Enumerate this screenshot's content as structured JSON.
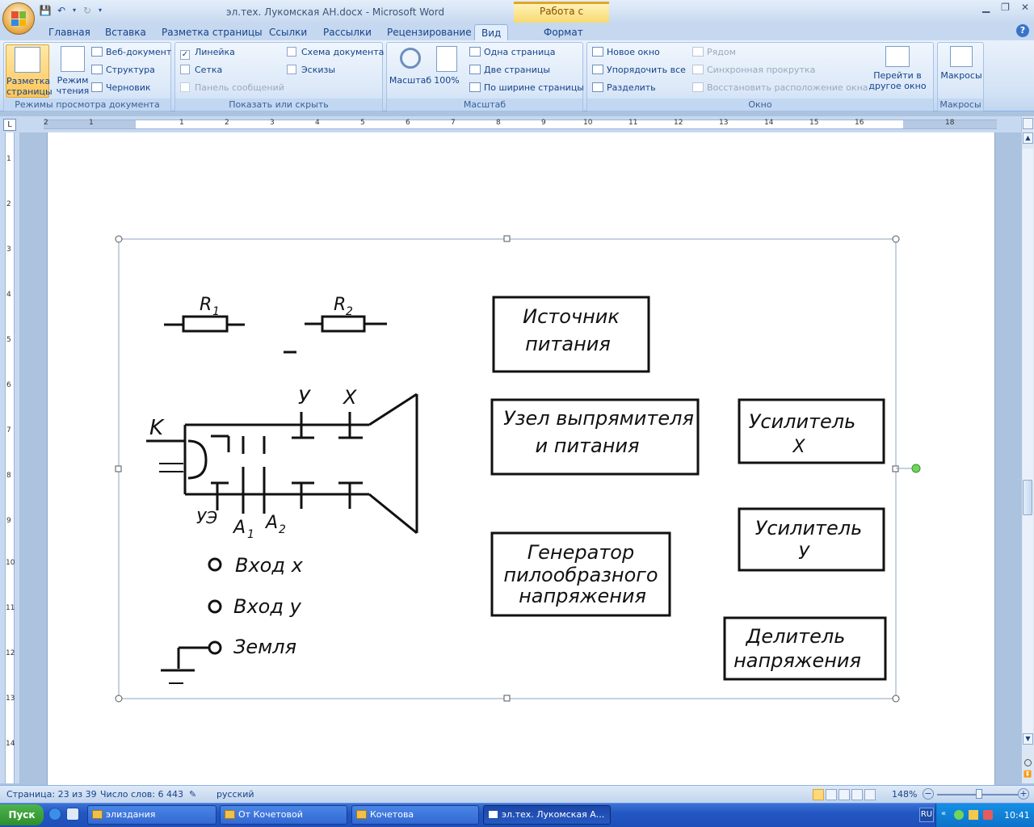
{
  "window": {
    "title": "эл.тех. Лукомская АН.docx - Microsoft Word",
    "contextual_tab": "Работа с рисунками",
    "controls": [
      "▁",
      "❐",
      "✕"
    ]
  },
  "tabs": [
    "Главная",
    "Вставка",
    "Разметка страницы",
    "Ссылки",
    "Рассылки",
    "Рецензирование",
    "Вид",
    "Формат"
  ],
  "active_tab": "Вид",
  "ribbon": {
    "g1": {
      "label": "Режимы просмотра документа",
      "page_layout": "Разметка страницы",
      "reading": "Режим чтения",
      "web": "Веб-документ",
      "outline": "Структура",
      "draft": "Черновик"
    },
    "g2": {
      "label": "Показать или скрыть",
      "ruler": "Линейка",
      "grid": "Сетка",
      "msgbar": "Панель сообщений",
      "docmap": "Схема документа",
      "thumbs": "Эскизы"
    },
    "g3": {
      "label": "Масштаб",
      "zoom": "Масштаб",
      "zoom100": "100%",
      "one": "Одна страница",
      "two": "Две страницы",
      "width": "По ширине страницы"
    },
    "g4": {
      "label": "Окно",
      "new": "Новое окно",
      "arrange": "Упорядочить все",
      "split": "Разделить",
      "side": "Рядом",
      "sync": "Синхронная прокрутка",
      "reset": "Восстановить расположение окна",
      "switch": "Перейти в другое окно"
    },
    "g5": {
      "label": "Макросы",
      "macros": "Макросы"
    }
  },
  "hruler": [
    "2",
    "1",
    "1",
    "2",
    "3",
    "4",
    "5",
    "6",
    "7",
    "8",
    "9",
    "10",
    "11",
    "12",
    "13",
    "14",
    "15",
    "16",
    "18"
  ],
  "vruler": [
    "1",
    "2",
    "3",
    "4",
    "5",
    "6",
    "7",
    "8",
    "9",
    "10",
    "11",
    "12",
    "13",
    "14"
  ],
  "diagram": {
    "r1": "R",
    "r1s": "1",
    "r2": "R",
    "r2s": "2",
    "k": "K",
    "y": "У",
    "x": "Х",
    "ue": "УЭ",
    "a1": "A",
    "a1s": "1",
    "a2": "A",
    "a2s": "2",
    "in_x": "Вход x",
    "in_y": "Вход y",
    "ground": "Земля",
    "b1a": "Источник",
    "b1b": "питания",
    "b2a": "Узел выпрямителя",
    "b2b": "и питания",
    "b3a": "Усилитель",
    "b3b": "Х",
    "b4a": "Генератор",
    "b4b": "пилообразного",
    "b4c": "напряжения",
    "b5a": "Усилитель",
    "b5b": "У",
    "b6a": "Делитель",
    "b6b": "напряжения"
  },
  "status": {
    "page": "Страница: 23 из 39",
    "words": "Число слов: 6 443",
    "lang": "русский",
    "zoom": "148%"
  },
  "taskbar": {
    "start": "Пуск",
    "tasks": [
      "элиздания",
      "От Кочетовой",
      "Кочетова",
      "эл.тех. Лукомская А..."
    ],
    "lang": "RU",
    "time": "10:41"
  }
}
